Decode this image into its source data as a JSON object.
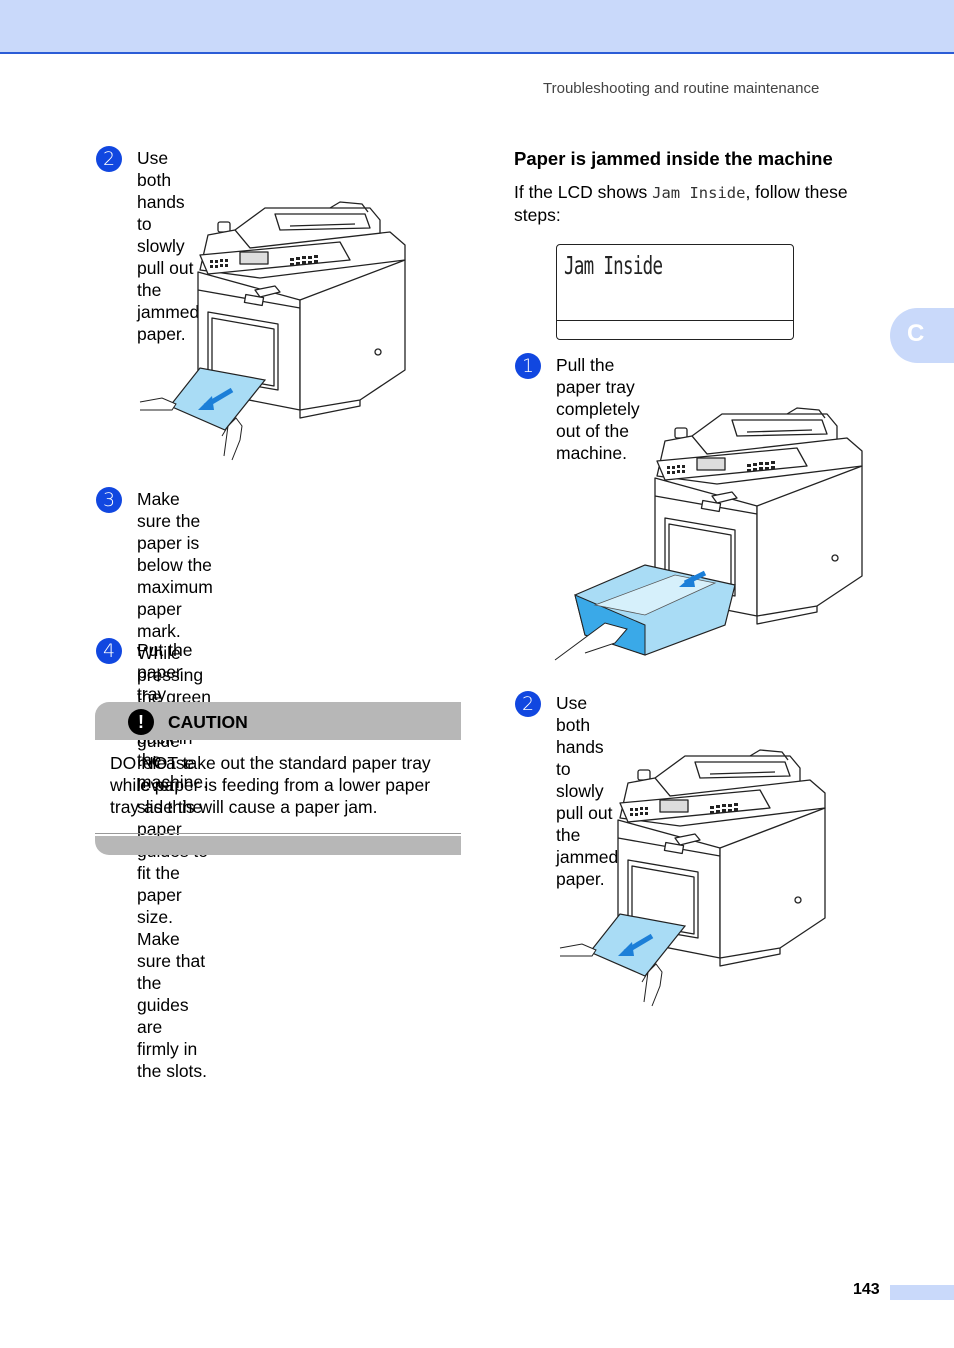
{
  "header": {
    "running_head": "Troubleshooting and routine maintenance"
  },
  "side_tab": {
    "letter": "C"
  },
  "left_column": {
    "steps": [
      {
        "number": "2",
        "text": [
          "Use both hands to slowly pull out the",
          "jammed paper."
        ]
      },
      {
        "number": "3",
        "text": [
          "Make sure the paper is below the",
          "maximum paper mark. While pressing",
          "the green paper-guide release lever,",
          "slide the paper guides to fit the paper",
          "size. Make sure that the guides are",
          "firmly in the slots."
        ]
      },
      {
        "number": "4",
        "text": [
          "Put the paper tray firmly back in the",
          "machine."
        ]
      }
    ],
    "caution": {
      "label": "CAUTION",
      "text": [
        "DO NOT take out the standard paper tray",
        "while paper is feeding from a lower paper",
        "tray as this will cause a paper jam."
      ]
    }
  },
  "right_column": {
    "section_title": "Paper is jammed inside the machine",
    "intro_before": "If the LCD shows ",
    "intro_code": "Jam Inside",
    "intro_after": ", follow these",
    "intro_line2": "steps:",
    "lcd_text": "Jam Inside",
    "steps": [
      {
        "number": "1",
        "text": [
          "Pull the paper tray completely out of the",
          "machine."
        ]
      },
      {
        "number": "2",
        "text": [
          "Use both hands to slowly pull out the",
          "jammed paper."
        ]
      }
    ]
  },
  "footer": {
    "page_number": "143"
  },
  "colors": {
    "accent_blue": "#1147e0",
    "band": "#c9d9fa",
    "caution_gray": "#b7b7b7",
    "paper_blue": "#a9dcf5"
  }
}
